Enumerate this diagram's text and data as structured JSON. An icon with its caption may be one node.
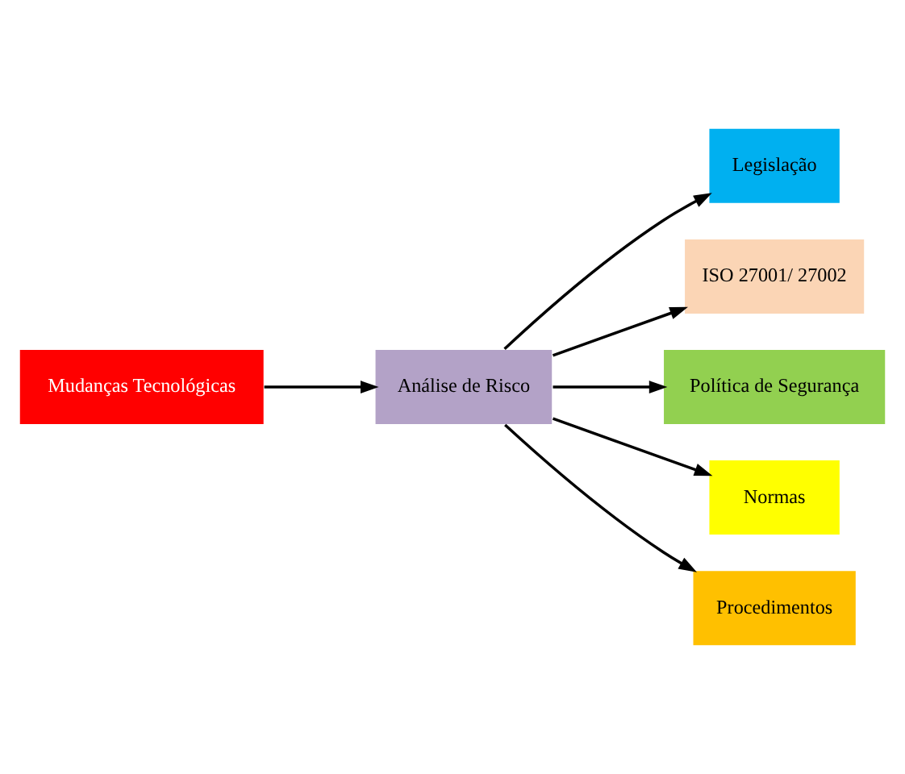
{
  "diagram": {
    "nodes": [
      {
        "text": [
          "Mudanças Tecnológicas"
        ]
      },
      {
        "text": [
          "Análise de Risco"
        ]
      },
      {
        "text": [
          "Legislação"
        ]
      },
      {
        "text": [
          "ISO 27001/ 27002"
        ]
      },
      {
        "text": [
          "Política de Segurança"
        ]
      },
      {
        "text": [
          "Normas"
        ]
      },
      {
        "text": [
          "Procedimentos"
        ]
      }
    ],
    "edges": [
      {
        "from": 0,
        "to": 1,
        "arrow": "to"
      },
      {
        "from": 1,
        "to": 2,
        "arrow": "to"
      },
      {
        "from": 1,
        "to": 3,
        "arrow": "to"
      },
      {
        "from": 1,
        "to": 4,
        "arrow": "to"
      },
      {
        "from": 1,
        "to": 5,
        "arrow": "to"
      },
      {
        "from": 1,
        "to": 6,
        "arrow": "to"
      }
    ]
  }
}
